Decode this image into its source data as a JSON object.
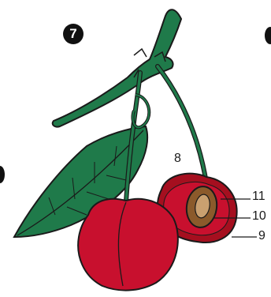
{
  "figure": {
    "step_number": "7",
    "labels": {
      "l8": "8",
      "l9": "9",
      "l10": "10",
      "l11": "11"
    },
    "colors": {
      "cherry_red": "#c8102e",
      "cherry_dark": "#a50f1f",
      "leaf_green": "#1f7a4a",
      "stone_brown": "#8b5a2b",
      "outline": "#1a1a1a"
    }
  }
}
